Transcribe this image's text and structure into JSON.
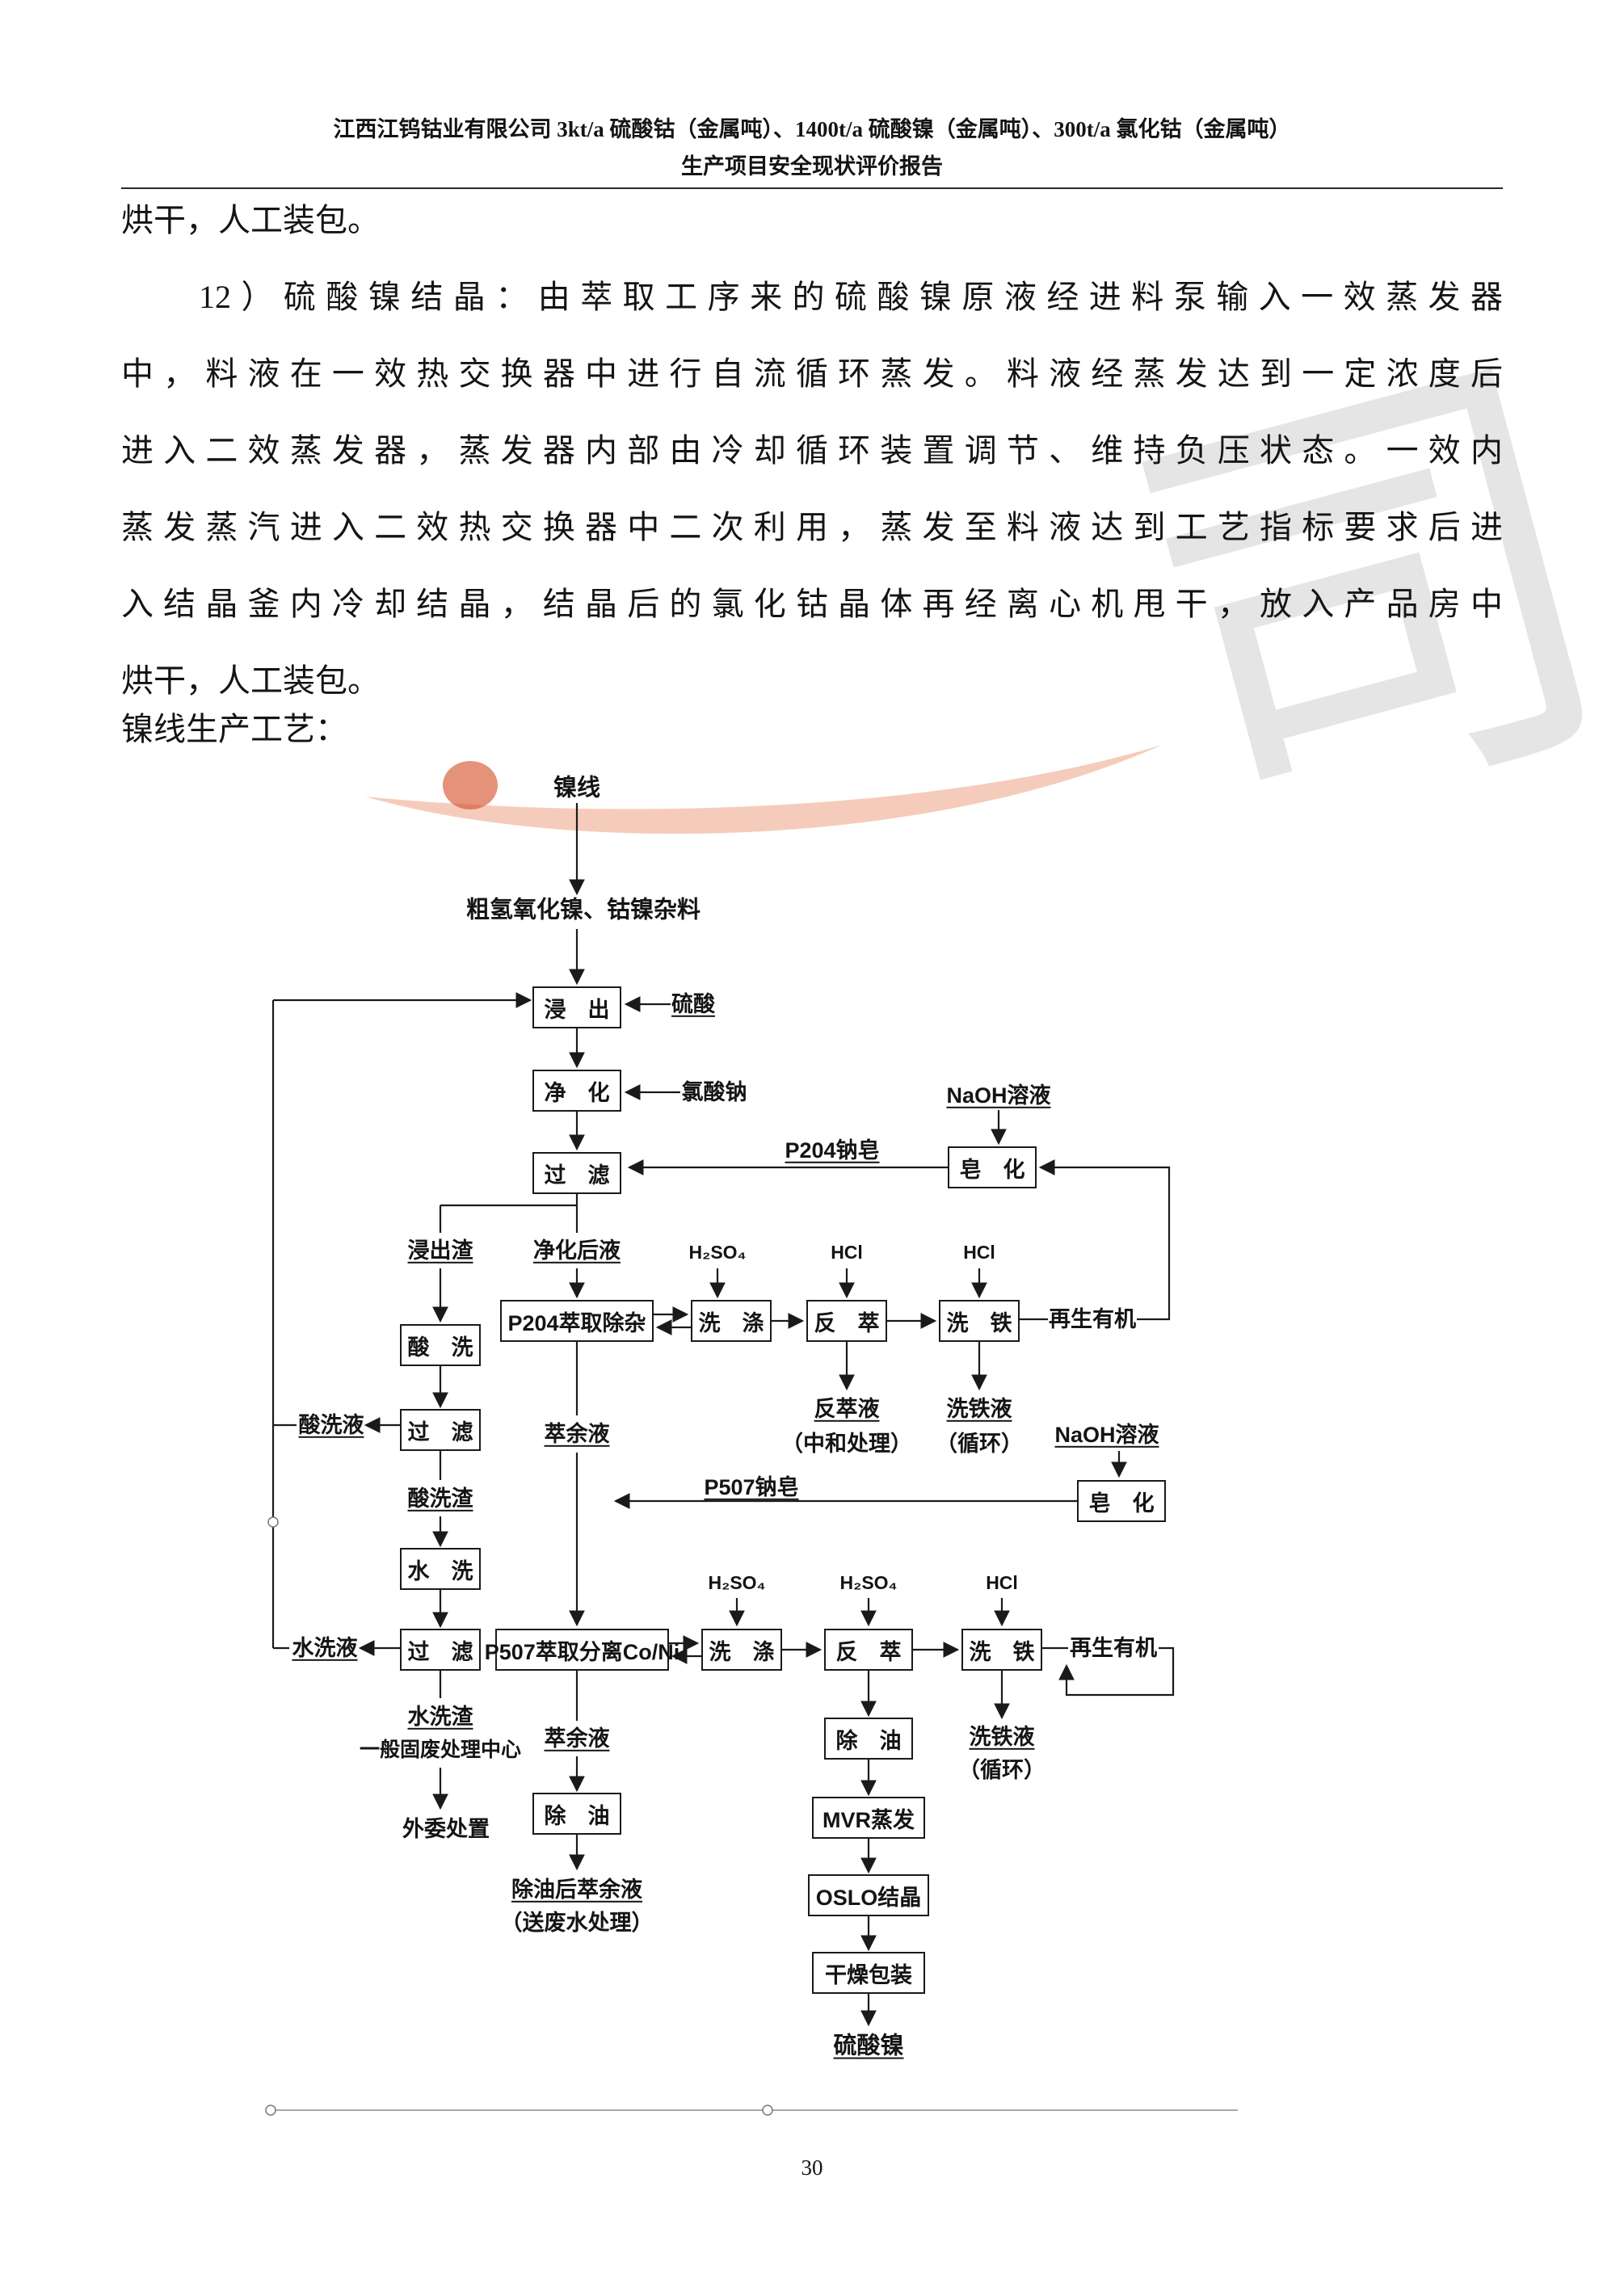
{
  "header": {
    "line1": "江西江钨钴业有限公司 3kt/a 硫酸钴（金属吨）、1400t/a 硫酸镍（金属吨）、300t/a 氯化钴（金属吨）",
    "line2": "生产项目安全现状评价报告"
  },
  "body": {
    "p1": "烘干，人工装包。",
    "p2_lines": [
      "12）硫酸镍结晶：由萃取工序来的硫酸镍原液经进料泵输入一效蒸发器",
      "中，料液在一效热交换器中进行自流循环蒸发。料液经蒸发达到一定浓度后",
      "进入二效蒸发器，蒸发器内部由冷却循环装置调节、维持负压状态。一效内",
      "蒸发蒸汽进入二效热交换器中二次利用，蒸发至料液达到工艺指标要求后进",
      "入结晶釜内冷却结晶，结晶后的氯化钴晶体再经离心机甩干，放入产品房中",
      "烘干，人工装包。"
    ],
    "p3": "镍线生产工艺："
  },
  "flowchart": {
    "nodes": {
      "nickel_line": "镍线",
      "raw_material": "粗氢氧化镍、钴镍杂料",
      "leach": "浸　出",
      "sulfuric_acid": "硫酸",
      "purify": "净　化",
      "sodium_chlorate": "氯酸钠",
      "filter1": "过　滤",
      "saponify1": "皂　化",
      "naoh1": "NaOH溶液",
      "p204_soap": "P204钠皂",
      "leach_residue": "浸出渣",
      "purified_liquid": "净化后液",
      "h2so4_1": "H₂SO₄",
      "hcl_1": "HCl",
      "hcl_2": "HCl",
      "p204_extract": "P204萃取除杂",
      "wash1": "洗　涤",
      "strip1": "反　萃",
      "iron_wash1": "洗　铁",
      "regen_organic1": "再生有机",
      "strip_liquid": "反萃液",
      "neutralize": "（中和处理）",
      "iron_wash_liquid1": "洗铁液",
      "cycle1": "（循环）",
      "raffinate1": "萃余液",
      "acid_wash": "酸　洗",
      "filter2": "过　滤",
      "acid_wash_liquid": "酸洗液",
      "acid_wash_residue": "酸洗渣",
      "naoh2": "NaOH溶液",
      "saponify2": "皂　化",
      "p507_soap": "P507钠皂",
      "water_wash": "水　洗",
      "h2so4_2": "H₂SO₄",
      "h2so4_3": "H₂SO₄",
      "hcl_3": "HCl",
      "filter3": "过　滤",
      "water_wash_liquid": "水洗液",
      "p507_extract": "P507萃取分离Co/Ni",
      "wash2": "洗　涤",
      "strip2": "反　萃",
      "iron_wash2": "洗　铁",
      "regen_organic2": "再生有机",
      "water_wash_residue": "水洗渣",
      "solid_waste_center": "一般固废处理中心",
      "outsource": "外委处置",
      "raffinate2": "萃余液",
      "deoil1": "除　油",
      "deoil_raffinate": "除油后萃余液",
      "to_wastewater": "（送废水处理）",
      "iron_wash_liquid2": "洗铁液",
      "cycle2": "（循环）",
      "deoil2": "除　油",
      "mvr": "MVR蒸发",
      "oslo": "OSLO结晶",
      "dry_pack": "干燥包装",
      "nickel_sulfate": "硫酸镍"
    }
  },
  "watermark": {
    "character": "司"
  },
  "footer": {
    "page_number": "30"
  },
  "colors": {
    "line": "#1a1a1a",
    "watermark_gray": "#cdcdcd",
    "watermark_orange": "#eda283",
    "watermark_red": "#d2491f"
  }
}
